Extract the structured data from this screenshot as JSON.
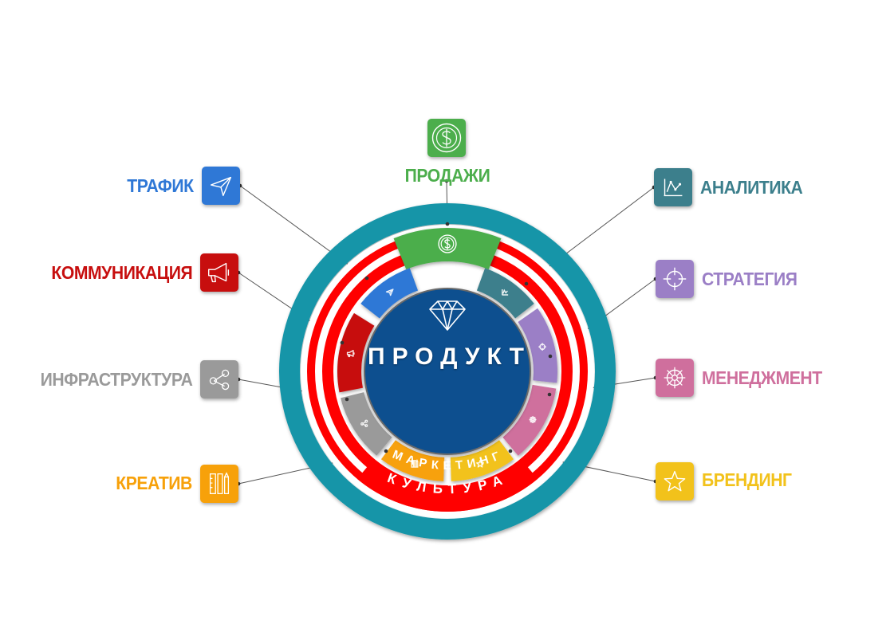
{
  "center": {
    "label": "ПРОДУКТ",
    "icon": "diamond-icon",
    "color": "#0d4f8f"
  },
  "rings": [
    {
      "id": "marketing",
      "label": "МАРКЕТИНГ",
      "color": "#ff0000"
    },
    {
      "id": "culture",
      "label": "КУЛЬТУРА",
      "color": "#1595a8"
    }
  ],
  "segments": [
    {
      "id": "sales",
      "label": "ПРОДАЖИ",
      "color": "#4cae4c",
      "icon": "dollar-icon"
    },
    {
      "id": "analytics",
      "label": "АНАЛИТИКА",
      "color": "#3c7f8c",
      "icon": "analytics-chart-icon"
    },
    {
      "id": "strategy",
      "label": "СТРАТЕГИЯ",
      "color": "#9b7fc6",
      "icon": "crosshair-icon"
    },
    {
      "id": "management",
      "label": "МЕНЕДЖМЕНТ",
      "color": "#cf6f9d",
      "icon": "ship-wheel-icon"
    },
    {
      "id": "branding",
      "label": "БРЕНДИНГ",
      "color": "#f2c21b",
      "icon": "star-icon"
    },
    {
      "id": "creative",
      "label": "КРЕАТИВ",
      "color": "#f7a10a",
      "icon": "pencil-ruler-icon"
    },
    {
      "id": "infrastructure",
      "label": "ИНФРАСТРУКТУРА",
      "color": "#9a9a9a",
      "icon": "share-nodes-icon"
    },
    {
      "id": "communication",
      "label": "КОММУНИКАЦИЯ",
      "color": "#c70e0e",
      "icon": "megaphone-icon"
    },
    {
      "id": "traffic",
      "label": "ТРАФИК",
      "color": "#2f78d6",
      "icon": "paper-plane-icon"
    }
  ]
}
